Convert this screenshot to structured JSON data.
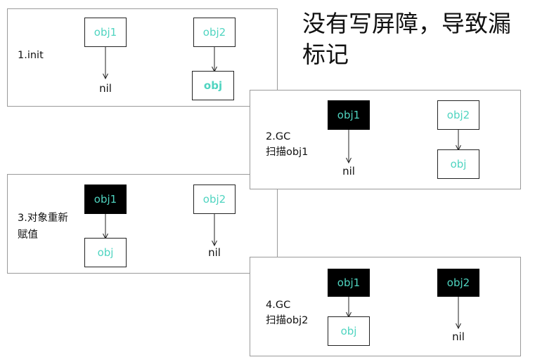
{
  "title": "没有写屏障，导致漏标记",
  "panels": [
    {
      "step": "1.init",
      "obj1": "obj1",
      "obj2": "obj2",
      "target_a": "nil",
      "target_b": "obj"
    },
    {
      "step": "2.GC",
      "step_detail": "扫描obj1",
      "obj1": "obj1",
      "obj2": "obj2",
      "target_a": "nil",
      "target_b": "obj"
    },
    {
      "step": "3.对象重新",
      "step_detail": "赋值",
      "obj1": "obj1",
      "obj2": "obj2",
      "target_a": "obj",
      "target_b": "nil"
    },
    {
      "step": "4.GC",
      "step_detail": "扫描obj2",
      "obj1": "obj1",
      "obj2": "obj2",
      "target_a": "obj",
      "target_b": "nil"
    }
  ],
  "colors": {
    "object_text": "#4fd4c0",
    "scanned_fill": "#000000",
    "panel_border": "#9a9a9a"
  }
}
